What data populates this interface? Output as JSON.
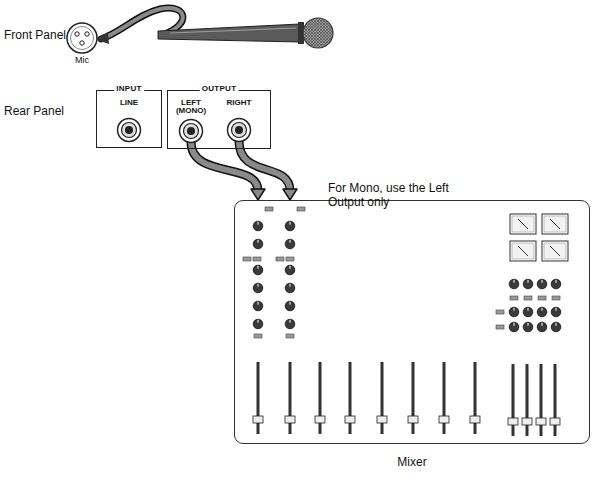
{
  "diagram": {
    "nodes": [
      {
        "text": [
          "Mic"
        ]
      },
      {
        "text": [
          "INPUT"
        ]
      },
      {
        "text": [
          "LINE"
        ],
        "in": 1
      },
      {
        "text": [
          "OUTPUT"
        ]
      },
      {
        "text": [
          "LEFT (MONO)"
        ],
        "in": 3
      },
      {
        "text": [
          "RIGHT"
        ],
        "in": 3
      },
      {
        "text": [
          "Mixer"
        ]
      }
    ],
    "edges": [
      {
        "from": 4,
        "to": 6,
        "arrow": "to"
      },
      {
        "from": 5,
        "to": 6,
        "arrow": "to"
      }
    ],
    "labels": [
      "Front Panel",
      "Rear Panel",
      "For Mono, use the Left Output only"
    ]
  }
}
